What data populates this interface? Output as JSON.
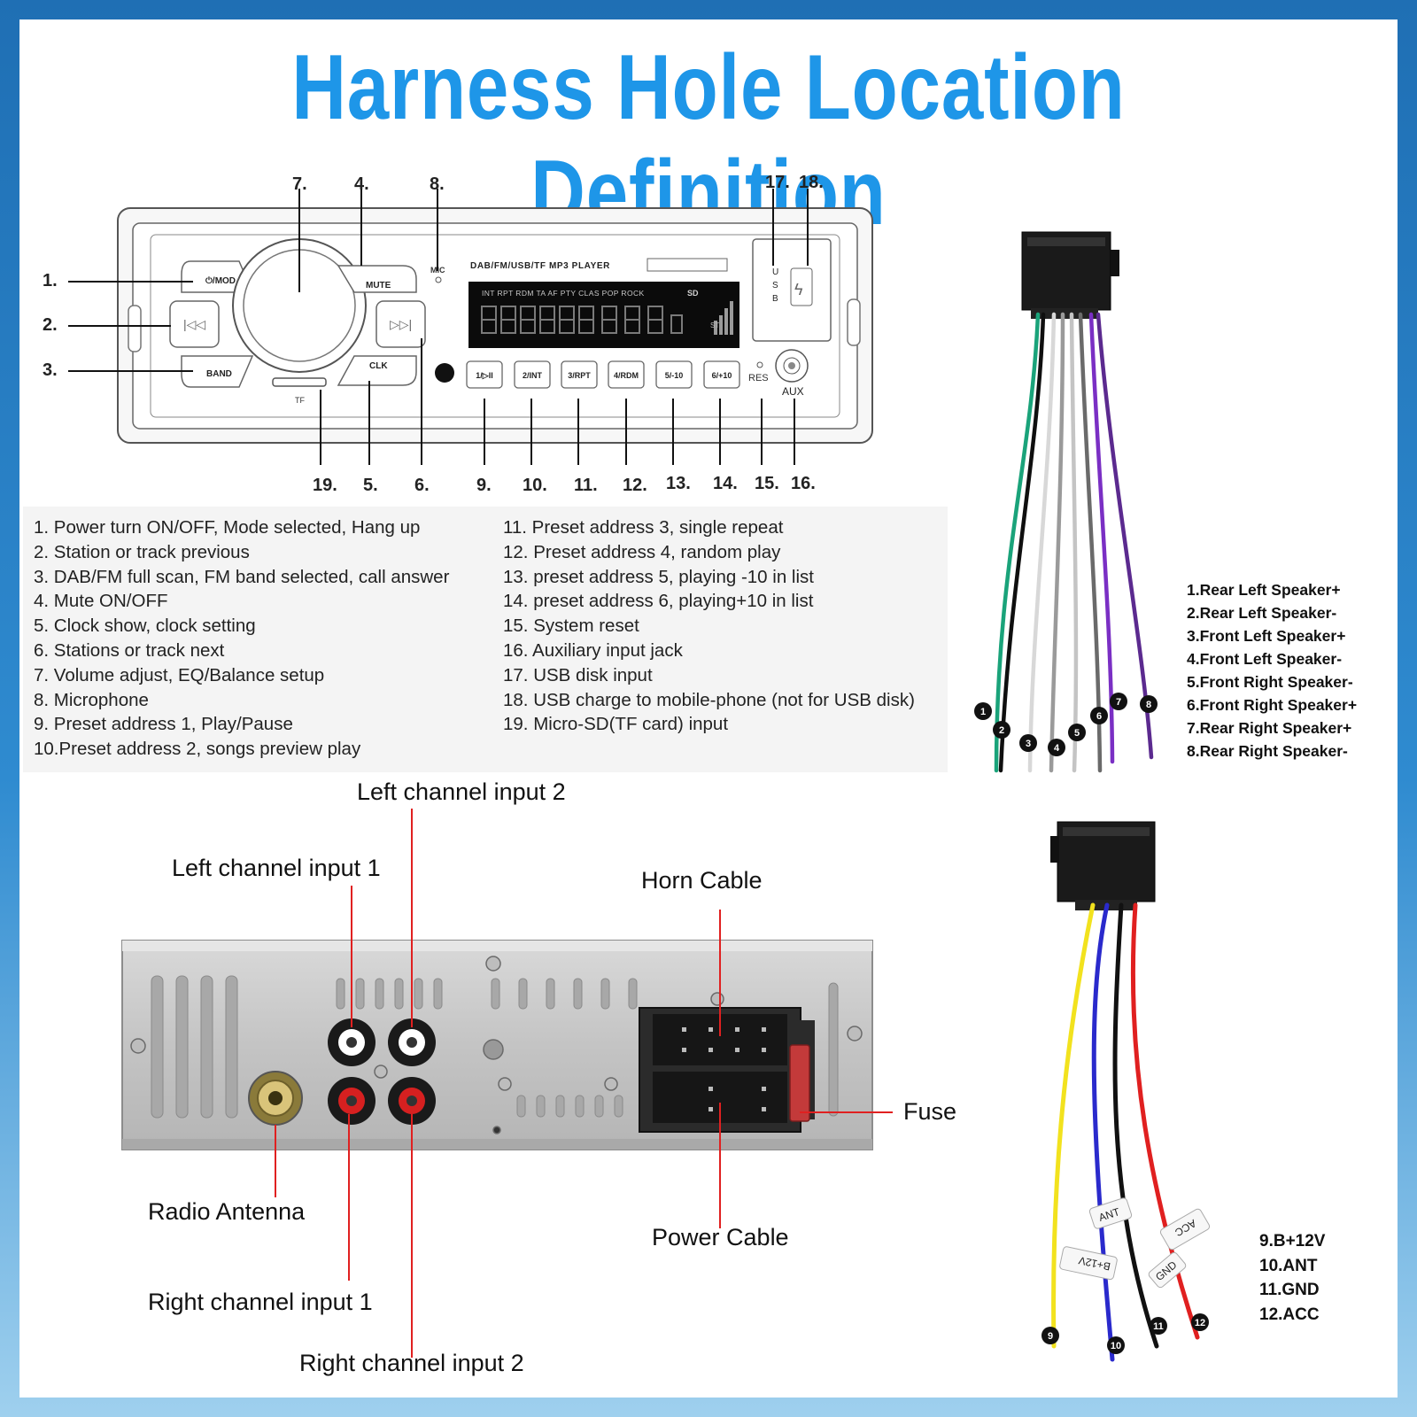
{
  "title": "Harness Hole Location Definition",
  "front_panel": {
    "labels": {
      "btn_mod": "⏻/MOD",
      "btn_mute": "MUTE",
      "btn_band": "BAND",
      "btn_clk": "CLK",
      "mic": "MIC",
      "tf": "TF",
      "player": "DAB/FM/USB/TF MP3 PLAYER",
      "lcd_indicators": "INT RPT RDM TA AF PTY CLAS POP ROCK",
      "lcd_sd": "SD",
      "lcd_st": "ST",
      "usb": "U S B",
      "res": "RES",
      "aux": "AUX",
      "p1": "1/▷II",
      "p2": "2/INT",
      "p3": "3/RPT",
      "p4": "4/RDM",
      "p5": "5/-10",
      "p6": "6/+10"
    },
    "callouts": {
      "n1": "1.",
      "n2": "2.",
      "n3": "3.",
      "n4": "4.",
      "n5": "5.",
      "n6": "6.",
      "n7": "7.",
      "n8": "8.",
      "n9": "9.",
      "n10": "10.",
      "n11": "11.",
      "n12": "12.",
      "n13": "13.",
      "n14": "14.",
      "n15": "15.",
      "n16": "16.",
      "n17": "17.",
      "n18": "18.",
      "n19": "19."
    }
  },
  "definitions_left": [
    "1. Power turn ON/OFF, Mode selected, Hang up",
    "2. Station or track previous",
    "3. DAB/FM full scan, FM band selected, call answer",
    "4. Mute ON/OFF",
    "5. Clock show, clock setting",
    "6. Stations or track next",
    "7. Volume adjust, EQ/Balance setup",
    "8. Microphone",
    "9. Preset address 1, Play/Pause",
    "10.Preset address 2,  songs preview play"
  ],
  "definitions_right": [
    "11. Preset address 3, single repeat",
    "12. Preset address 4, random play",
    "13. preset address 5, playing -10 in list",
    "14. preset address 6, playing+10 in list",
    "15. System reset",
    "16. Auxiliary input jack",
    "17. USB disk input",
    "18. USB charge to mobile-phone (not for USB disk)",
    "19. Micro-SD(TF card) input"
  ],
  "speaker_harness": {
    "pins": [
      "1",
      "2",
      "3",
      "4",
      "5",
      "6",
      "7",
      "8"
    ],
    "legend": [
      "1.Rear Left Speaker+",
      "2.Rear Left Speaker-",
      "3.Front Left Speaker+",
      "4.Front Left Speaker-",
      "5.Front Right Speaker-",
      "6.Front Right Speaker+",
      "7.Rear Right Speaker+",
      "8.Rear Right Speaker-"
    ],
    "wire_colors": [
      "#1aa37a",
      "#0f0f0f",
      "#d8d8d8",
      "#9a9a9a",
      "#c4c4c4",
      "#6a6a6a",
      "#7a2fc4",
      "#5b2a8f"
    ]
  },
  "power_harness": {
    "pins": [
      "9",
      "10",
      "11",
      "12"
    ],
    "tags": {
      "b12": "B+12V",
      "ant": "ANT",
      "gnd": "GND",
      "acc": "ACC"
    },
    "legend": [
      "9.B+12V",
      "10.ANT",
      "11.GND",
      "12.ACC"
    ],
    "wire_colors": [
      "#f2e21e",
      "#2a2acc",
      "#111111",
      "#e02020"
    ]
  },
  "rear_panel": {
    "labels": {
      "left_in_2": "Left channel input 2",
      "left_in_1": "Left channel input 1",
      "horn": "Horn Cable",
      "fuse": "Fuse",
      "antenna": "Radio Antenna",
      "power": "Power Cable",
      "right_in_1": "Right channel input 1",
      "right_in_2": "Right channel input 2"
    },
    "accent_color": "#e02020"
  }
}
